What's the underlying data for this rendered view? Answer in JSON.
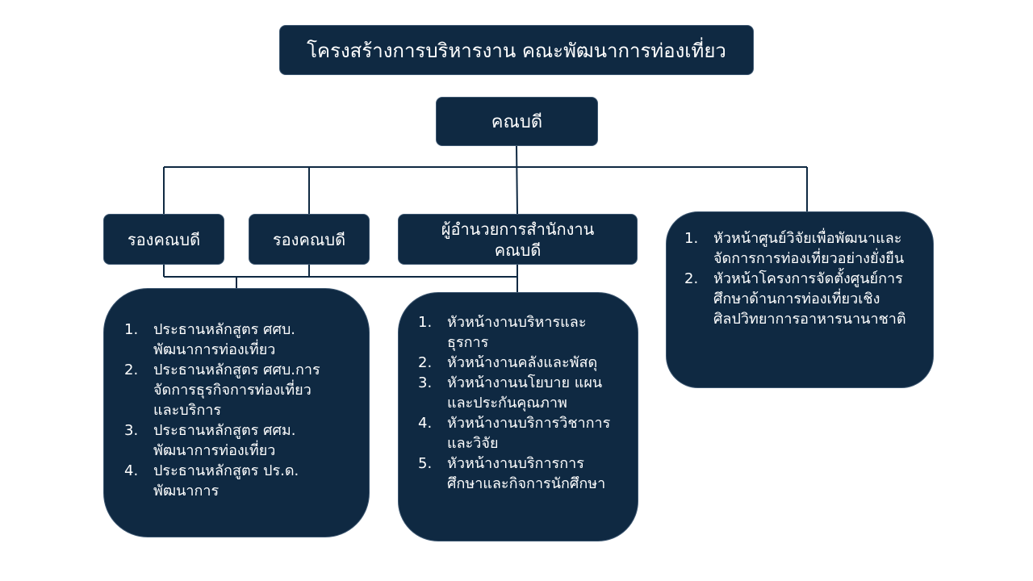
{
  "title": "โครงสร้างการบริหารงาน คณะพัฒนาการท่องเที่ยว",
  "dean": "คณบดี",
  "deputy_1": "รองคณบดี",
  "deputy_2": "รองคณบดี",
  "director": "ผู้อำนวยการสำนักงานคณบดี",
  "left_list": [
    {
      "num": "1.",
      "text": "ประธานหลักสูตร ศศบ. พัฒนาการท่องเที่ยว"
    },
    {
      "num": "2.",
      "text": "ประธานหลักสูตร ศศบ.การจัดการธุรกิจการท่องเที่ยวและบริการ"
    },
    {
      "num": "3.",
      "text": "ประธานหลักสูตร ศศม. พัฒนาการท่องเที่ยว"
    },
    {
      "num": "4.",
      "text": "ประธานหลักสูตร ปร.ด. พัฒนาการ"
    }
  ],
  "middle_list": [
    {
      "num": "1.",
      "text": "หัวหน้างานบริหารและธุรการ"
    },
    {
      "num": "2.",
      "text": "หัวหน้างานคลังและพัสดุ"
    },
    {
      "num": "3.",
      "text": "หัวหน้างานนโยบาย แผนและประกันคุณภาพ"
    },
    {
      "num": "4.",
      "text": "หัวหน้างานบริการวิชาการและวิจัย"
    },
    {
      "num": "5.",
      "text": "หัวหน้างานบริการการศึกษาและกิจการนักศึกษา"
    }
  ],
  "right_list": [
    {
      "num": "1.",
      "text": "หัวหน้าศูนย์วิจัยเพื่อพัฒนาและจัดการการท่องเที่ยวอย่างยั่งยืน"
    },
    {
      "num": "2.",
      "text": "หัวหน้าโครงการจัดตั้งศูนย์การศึกษาด้านการท่องเที่ยวเชิงศิลปวิทยาการอาหารนานาชาติ"
    }
  ],
  "colors": {
    "box": "#0f2942",
    "line": "#0f2942"
  }
}
